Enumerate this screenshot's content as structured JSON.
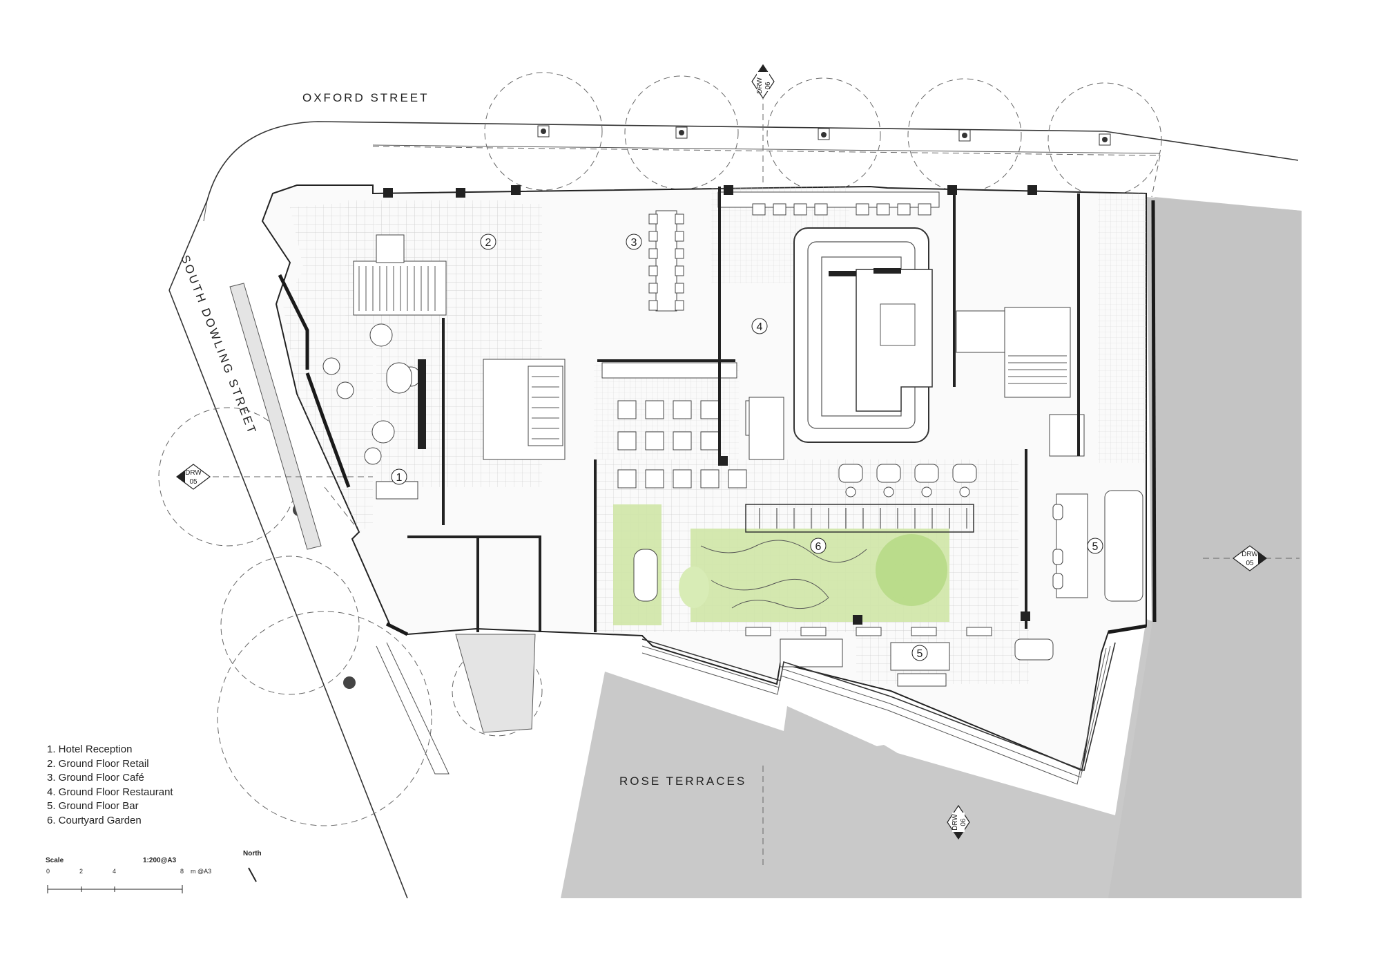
{
  "streets": {
    "oxford": "OXFORD STREET",
    "south_dowling": "SOUTH DOWLING STREET",
    "rose_terraces": "ROSE TERRACES"
  },
  "section_markers": [
    {
      "code": "DRW",
      "number": "06"
    },
    {
      "code": "DRW",
      "number": "05"
    },
    {
      "code": "DRW",
      "number": "05"
    },
    {
      "code": "DRW",
      "number": "06"
    }
  ],
  "room_numbers": [
    "1",
    "2",
    "3",
    "4",
    "5",
    "5",
    "6"
  ],
  "legend": [
    "1. Hotel Reception",
    "2. Ground Floor Retail",
    "3. Ground Floor Café",
    "4. Ground Floor Restaurant",
    "5. Ground Floor Bar",
    "6. Courtyard Garden"
  ],
  "scale": {
    "title": "Scale",
    "ratio": "1:200@A3",
    "ticks": [
      "0",
      "2",
      "4",
      "8"
    ],
    "unit": "m @A3"
  },
  "north": {
    "label": "North"
  },
  "colors": {
    "garden_green": "#cfe6a6",
    "garden_tree": "#b5d985",
    "neighbour_grey": "#c9c9c9",
    "linework": "#222222"
  }
}
